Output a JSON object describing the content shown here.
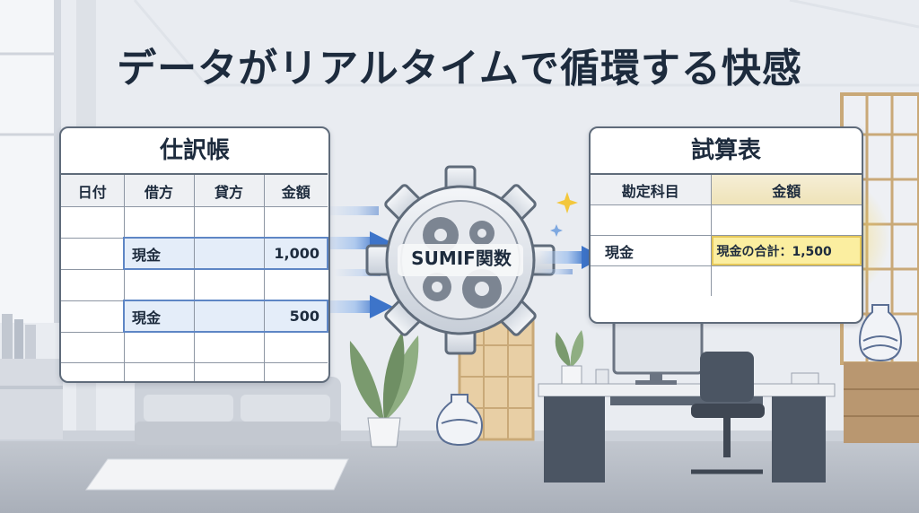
{
  "title": "データがリアルタイムで循環する快感",
  "journal": {
    "title": "仕訳帳",
    "headers": [
      "日付",
      "借方",
      "貸方",
      "金額"
    ],
    "rows": [
      {
        "debit": "",
        "amount": ""
      },
      {
        "debit": "現金",
        "amount": "1,000"
      },
      {
        "debit": "",
        "amount": ""
      },
      {
        "debit": "現金",
        "amount": "500"
      },
      {
        "debit": "",
        "amount": ""
      },
      {
        "debit": "",
        "amount": ""
      }
    ]
  },
  "function_label": "SUMIF関数",
  "trial_balance": {
    "title": "試算表",
    "headers": [
      "勘定科目",
      "金額"
    ],
    "rows": [
      {
        "account": "",
        "amount": ""
      },
      {
        "account": "現金",
        "amount": "現金の合計：1,500"
      },
      {
        "account": "",
        "amount": ""
      }
    ]
  },
  "colors": {
    "title": "#1d2b3d",
    "highlight_row": "#e4edf9",
    "arrow": "#3d74c9",
    "glow": "#f6d65a",
    "total_fill": "#fbeea0"
  }
}
